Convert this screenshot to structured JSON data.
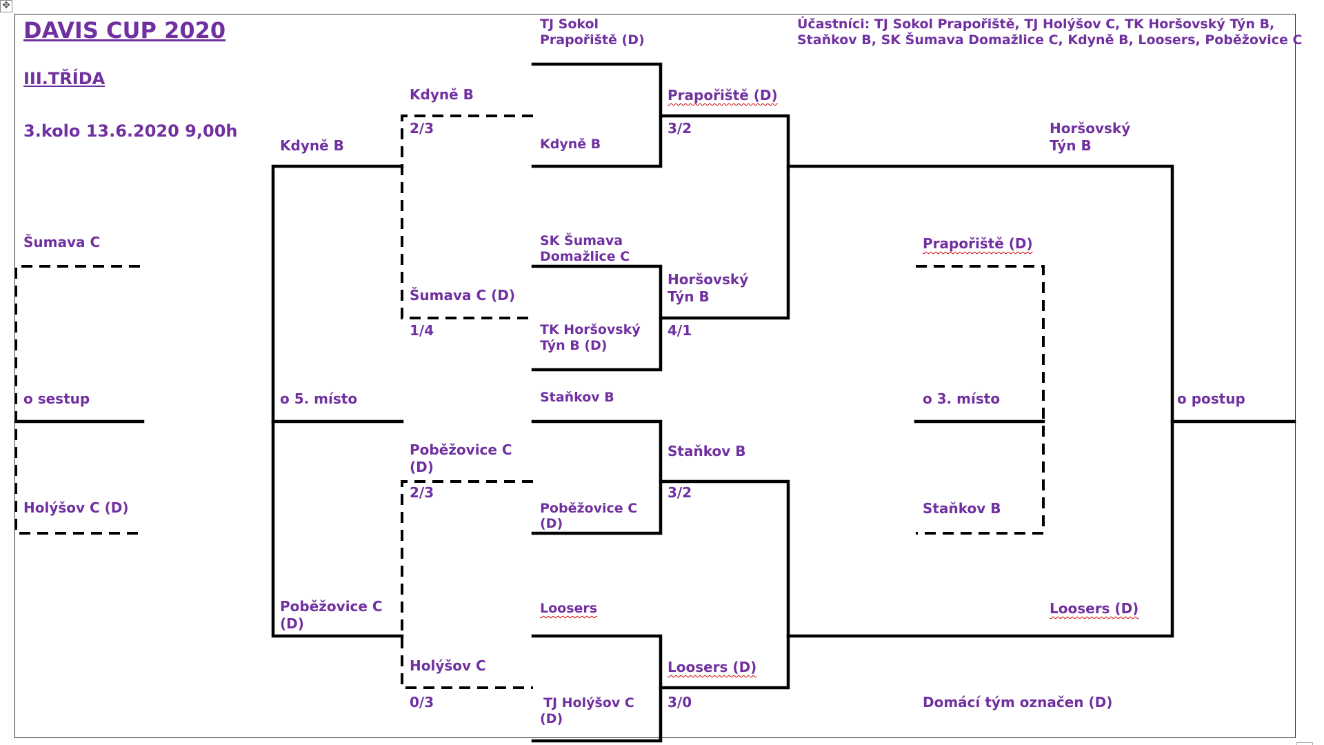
{
  "header": {
    "title": "DAVIS CUP 2020",
    "class": "III.TŘÍDA",
    "round": "3.kolo 13.6.2020 9,00h"
  },
  "participants": {
    "line1": "Účastníci: TJ Sokol Prapořiště, TJ Holýšov C, TK Horšovský Týn B,",
    "line2": "Staňkov B, SK Šumava Domažlice C, Kdyně B, Loosers, Poběžovice C"
  },
  "legend": {
    "home_team": "Domácí tým označen (D)"
  },
  "bracket_labels": {
    "relegation": "o sestup",
    "fifth_place": "o 5. místo",
    "third_place": "o 3. místo",
    "promotion": "o postup"
  },
  "teams": {
    "sokol_prap_1": "TJ Sokol",
    "sokol_prap_2": "Prapořiště (D)",
    "kdyne_b_r1": "Kdyně B",
    "sumava_1": "SK Šumava",
    "sumava_2": "Domažlice C",
    "tk_hors_1": "TK Horšovský",
    "tk_hors_2": "Týn B (D)",
    "stankov_r1": "Staňkov B",
    "pobez_r1_1": "Poběžovice C",
    "pobez_r1_2": "(D)",
    "loosers_r1": "Loosers",
    "holysov_r1_1": "TJ Holýšov C",
    "holysov_r1_2": "(D)",
    "w_prap": "Prapořiště (D)",
    "w_hors_1": "Horšovský",
    "w_hors_2": "Týn B",
    "w_stankov": "Staňkov B",
    "w_loosers": "Loosers (D)",
    "final_hors_1": "Horšovský",
    "final_hors_2": "Týn B",
    "final_loosers": "Loosers (D)",
    "third_prap": "Prapořiště (D)",
    "third_stankov": "Staňkov B",
    "l_kdyne": "Kdyně B",
    "l_sumava": "Šumava C (D)",
    "l_pobez_1": "Poběžovice C",
    "l_pobez_2": "(D)",
    "l_holysov": "Holýšov C",
    "fifth_kdyne": "Kdyně B",
    "fifth_pobez_1": "Poběžovice C",
    "fifth_pobez_2": "(D)",
    "rel_sumava": "Šumava C",
    "rel_holysov": "Holýšov C (D)"
  },
  "scores": {
    "qf1": "3/2",
    "qf2": "4/1",
    "qf3": "3/2",
    "qf4": "3/0",
    "c1": "2/3",
    "c2": "1/4",
    "c3": "2/3",
    "c4": "0/3"
  }
}
